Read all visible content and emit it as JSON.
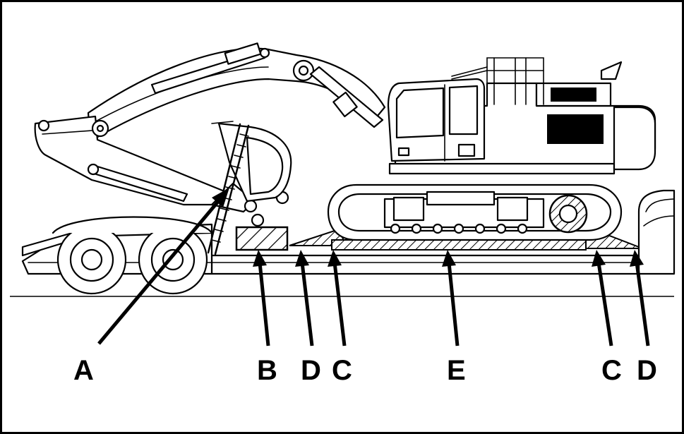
{
  "figure": {
    "description_labels": [
      "A",
      "B",
      "D",
      "C",
      "E",
      "C",
      "D"
    ],
    "callouts": [
      {
        "id": "label-a",
        "text": "A"
      },
      {
        "id": "label-b",
        "text": "B"
      },
      {
        "id": "label-d-left",
        "text": "D"
      },
      {
        "id": "label-c-left",
        "text": "C"
      },
      {
        "id": "label-e",
        "text": "E"
      },
      {
        "id": "label-c-right",
        "text": "C"
      },
      {
        "id": "label-d-right",
        "text": "D"
      }
    ]
  },
  "colors": {
    "ink": "#000000",
    "paper": "#ffffff"
  },
  "icons": {
    "hatch": "diagonal-hatch-pattern"
  }
}
